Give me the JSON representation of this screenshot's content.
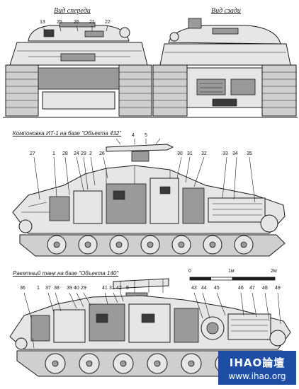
{
  "views": {
    "front_title": "Вид спереди",
    "rear_title": "Вид сзади"
  },
  "captions": {
    "it1": "Компоновка ИТ-1 на базе \"Объекта 432\"",
    "rocket_tank": "Ракетный танк на базе \"Объекта 140\""
  },
  "callouts": {
    "front": [
      "13",
      "25",
      "26",
      "21",
      "22"
    ],
    "it1_top": [
      "4",
      "5"
    ],
    "it1": [
      "27",
      "1",
      "28",
      "24",
      "29",
      "2",
      "26",
      "30",
      "31",
      "32",
      "33",
      "34",
      "35"
    ],
    "rocket": [
      "36",
      "1",
      "37",
      "38",
      "39",
      "40",
      "29",
      "41",
      "31",
      "42",
      "5",
      "43",
      "44",
      "45",
      "46",
      "47",
      "48",
      "49"
    ]
  },
  "scale": {
    "labels": [
      "0",
      "1м",
      "2м"
    ]
  },
  "watermark": {
    "line1": "IHAO論壇",
    "line2": "www.ihao.org"
  }
}
